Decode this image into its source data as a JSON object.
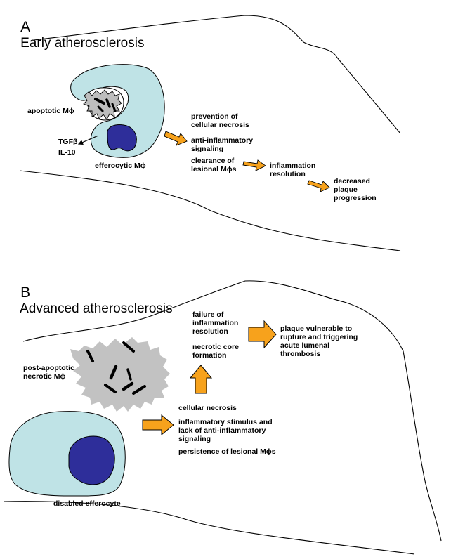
{
  "panel_a": {
    "letter": "A",
    "title": "Early atherosclerosis",
    "apoptotic_label": "apoptotic Mϕ",
    "efferocytic_label": "efferocytic Mϕ",
    "cytokine_1": "TGFβ",
    "cytokine_2": "IL-10",
    "outcome_1": "prevention of\ncellular necrosis",
    "outcome_2": "anti-inflammatory\nsignaling",
    "outcome_3": "clearance of\nlesional Mϕs",
    "step_2": "inflammation\nresolution",
    "step_3": "decreased\nplaque\nprogression"
  },
  "panel_b": {
    "letter": "B",
    "title": "Advanced atherosclerosis",
    "necrotic_label": "post-apoptotic\nnecrotic Mϕ",
    "disabled_label": "disabled efferocyte",
    "effect_1": "cellular necrosis",
    "effect_2": "inflammatory stimulus and\nlack of anti-inflammatory\nsignaling",
    "effect_3": "persistence of lesional Mϕs",
    "consequence_1": "failure of\ninflammation\nresolution",
    "consequence_2": "necrotic core\nformation",
    "outcome": "plaque vulnerable to\nrupture and triggering\nacute lumenal\nthrombosis"
  },
  "colors": {
    "cell_fill": "#bfe3e6",
    "nucleus_fill": "#2e2e9a",
    "dying_cell_fill": "#c2c2c2",
    "arrow_fill": "#f7a21c",
    "line": "#000000"
  }
}
